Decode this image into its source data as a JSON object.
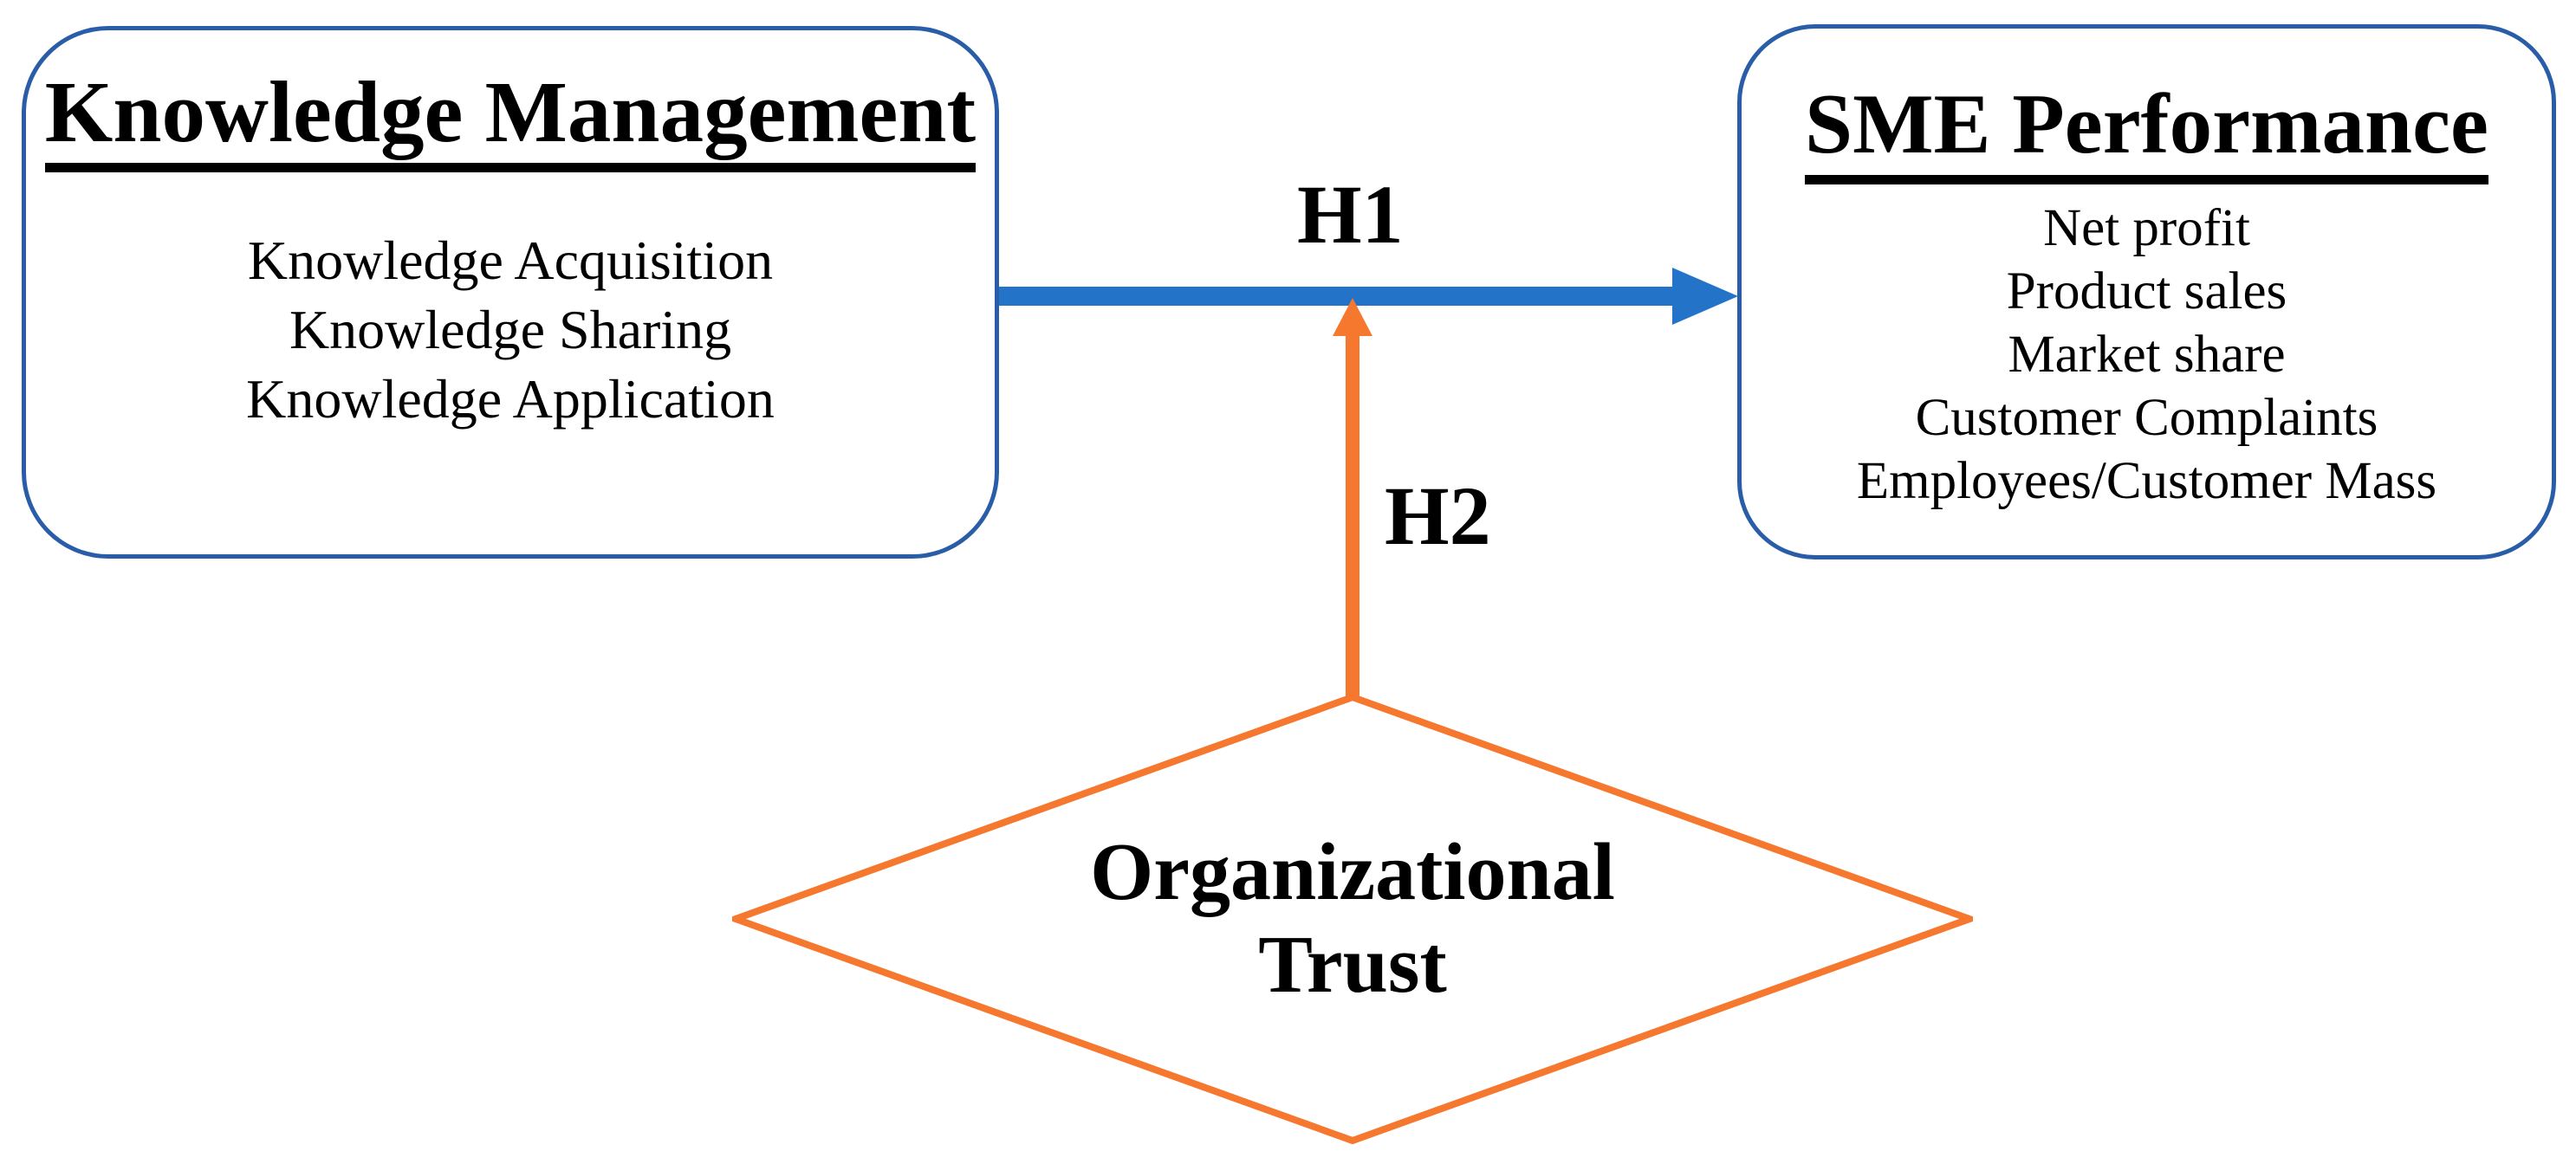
{
  "diagram": {
    "left_box": {
      "title": "Knowledge Management",
      "items": [
        "Knowledge Acquisition",
        "Knowledge Sharing",
        "Knowledge Application"
      ]
    },
    "right_box": {
      "title": "SME Performance",
      "items": [
        "Net profit",
        "Product sales",
        "Market share",
        "Customer Complaints",
        "Employees/Customer Mass"
      ]
    },
    "moderator": {
      "line1": "Organizational",
      "line2": "Trust"
    },
    "arrows": {
      "h1_label": "H1",
      "h2_label": "H2"
    },
    "colors": {
      "box_border": "#2A5DA8",
      "arrow_blue": "#2374C9",
      "arrow_orange": "#F6772E",
      "text": "#000000"
    }
  }
}
